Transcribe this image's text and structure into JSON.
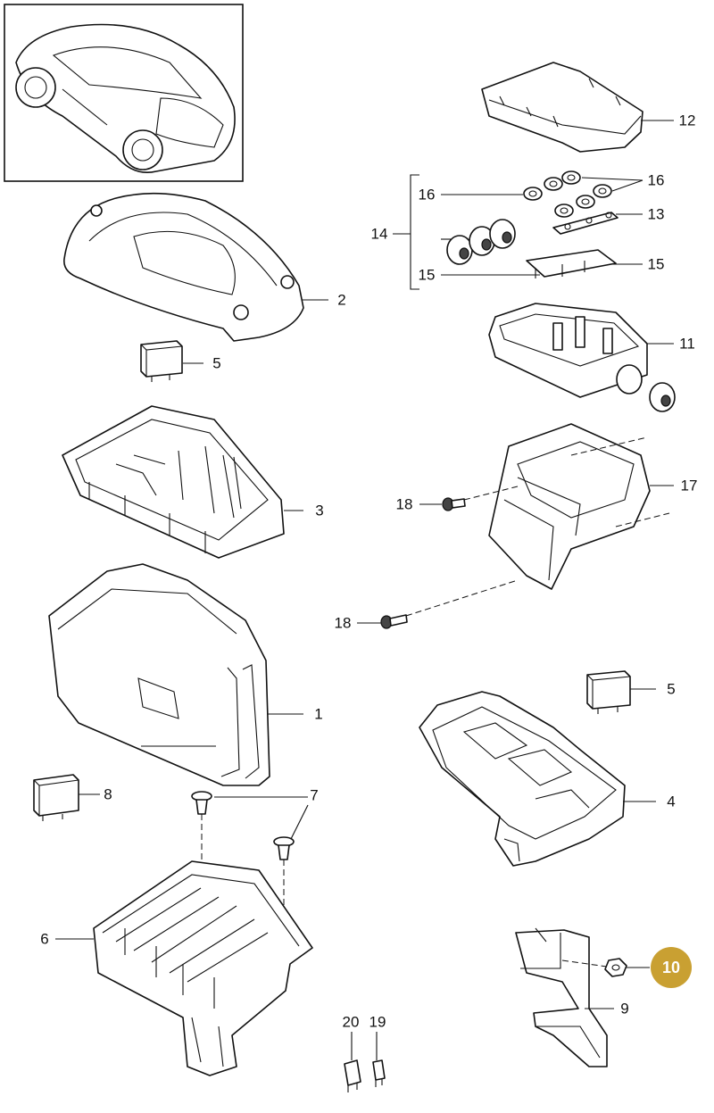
{
  "callouts": {
    "c1": "1",
    "c2": "2",
    "c3": "3",
    "c4": "4",
    "c5a": "5",
    "c5b": "5",
    "c6": "6",
    "c7": "7",
    "c8": "8",
    "c9": "9",
    "c10": "10",
    "c11": "11",
    "c12": "12",
    "c13": "13",
    "c14": "14",
    "c15a": "15",
    "c15b": "15",
    "c16a": "16",
    "c16b": "16",
    "c17": "17",
    "c18a": "18",
    "c18b": "18",
    "c19": "19",
    "c20": "20"
  },
  "highlight": {
    "color": "#c9a032"
  }
}
